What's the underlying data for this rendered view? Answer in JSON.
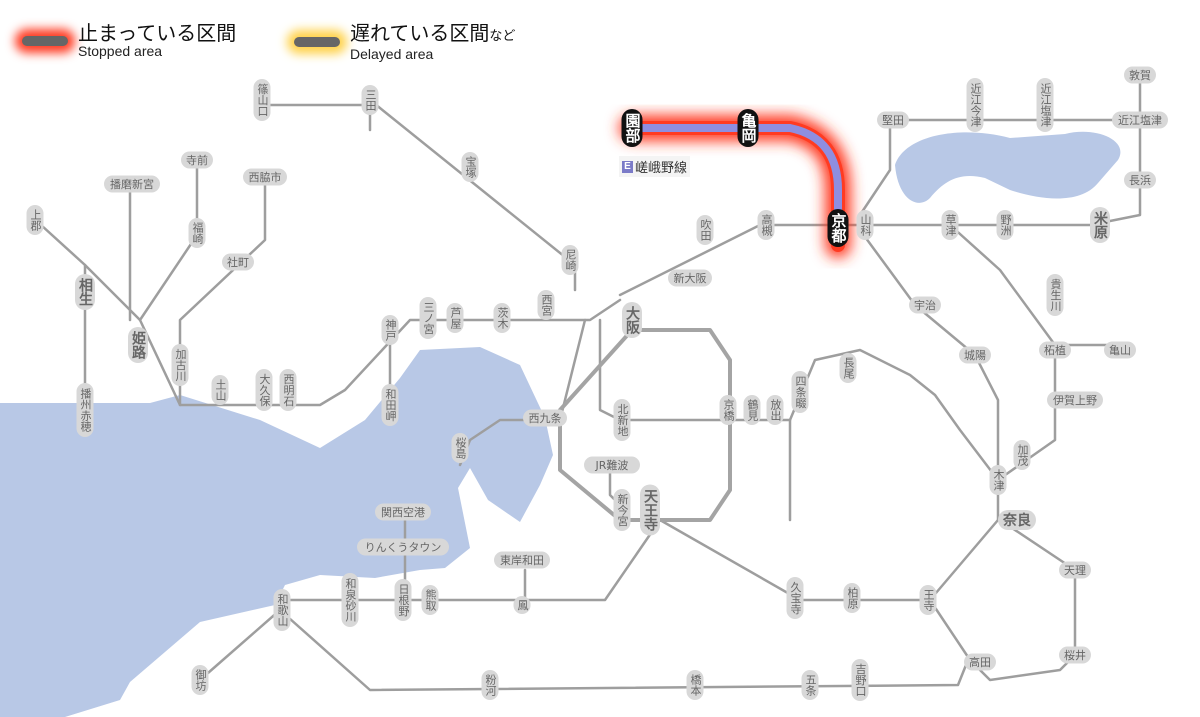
{
  "legend": {
    "stopped": {
      "title": "止まっている区間",
      "subtitle": "Stopped area"
    },
    "delayed": {
      "title": "遅れている区間",
      "suffix": "など",
      "subtitle": "Delayed area"
    }
  },
  "colors": {
    "line": "#9e9e9e",
    "loop_line": "#a4a4a4",
    "water": "#b8c8e6",
    "station_fill": "#d8d8d8",
    "station_text": "#666666",
    "stopped_glow": "#ff3b22",
    "affected_line": "#8e8ee0",
    "highlight_station": "#111111"
  },
  "line_badge": {
    "code": "E",
    "name": "嵯峨野線"
  },
  "stations": [
    {
      "id": "sasayamaguchi",
      "name": "篠山口",
      "vertical": true
    },
    {
      "id": "sanda",
      "name": "三田",
      "vertical": true
    },
    {
      "id": "takarazuka",
      "name": "宝塚",
      "vertical": true
    },
    {
      "id": "amagasaki",
      "name": "尼崎",
      "vertical": true
    },
    {
      "id": "sonobe",
      "name": "園部",
      "vertical": true,
      "status": "stopped"
    },
    {
      "id": "kameoka",
      "name": "亀岡",
      "vertical": true,
      "status": "stopped"
    },
    {
      "id": "kyoto",
      "name": "京都",
      "vertical": true,
      "status": "stopped"
    },
    {
      "id": "yamashina",
      "name": "山科",
      "vertical": true
    },
    {
      "id": "kusatsu",
      "name": "草津",
      "vertical": true
    },
    {
      "id": "yasu",
      "name": "野洲",
      "vertical": true
    },
    {
      "id": "maibara",
      "name": "米原",
      "vertical": true
    },
    {
      "id": "katata",
      "name": "堅田",
      "vertical": false
    },
    {
      "id": "omiimazu",
      "name": "近江今津",
      "vertical": true
    },
    {
      "id": "omishiotsu",
      "name": "近江塩津",
      "vertical": true
    },
    {
      "id": "omishiotsu2",
      "name": "近江塩津",
      "vertical": false
    },
    {
      "id": "tsuruga",
      "name": "敦賀",
      "vertical": false
    },
    {
      "id": "nagahama",
      "name": "長浜",
      "vertical": false
    },
    {
      "id": "suita",
      "name": "吹田",
      "vertical": true
    },
    {
      "id": "takatsuki",
      "name": "高槻",
      "vertical": true
    },
    {
      "id": "shinosaka",
      "name": "新大阪",
      "vertical": false
    },
    {
      "id": "osaka",
      "name": "大阪",
      "vertical": true
    },
    {
      "id": "kitashinchi",
      "name": "北新地",
      "vertical": true
    },
    {
      "id": "kyobashi",
      "name": "京橋",
      "vertical": true
    },
    {
      "id": "tsurumi",
      "name": "鶴見",
      "vertical": true
    },
    {
      "id": "hanaten",
      "name": "放出",
      "vertical": true
    },
    {
      "id": "shijonawate",
      "name": "四条畷",
      "vertical": true
    },
    {
      "id": "nagao",
      "name": "長尾",
      "vertical": true
    },
    {
      "id": "kizu",
      "name": "木津",
      "vertical": true
    },
    {
      "id": "kamo",
      "name": "加茂",
      "vertical": true
    },
    {
      "id": "uji",
      "name": "宇治",
      "vertical": false
    },
    {
      "id": "joyo",
      "name": "城陽",
      "vertical": false
    },
    {
      "id": "kibuneguchi",
      "name": "貴生川",
      "vertical": true
    },
    {
      "id": "tsuge",
      "name": "柘植",
      "vertical": false
    },
    {
      "id": "kameyama",
      "name": "亀山",
      "vertical": false
    },
    {
      "id": "igaueno",
      "name": "伊賀上野",
      "vertical": false
    },
    {
      "id": "nara",
      "name": "奈良",
      "vertical": false
    },
    {
      "id": "tenri",
      "name": "天理",
      "vertical": false
    },
    {
      "id": "sakurai",
      "name": "桜井",
      "vertical": false
    },
    {
      "id": "takada",
      "name": "高田",
      "vertical": false
    },
    {
      "id": "oji",
      "name": "王寺",
      "vertical": true
    },
    {
      "id": "kyuhoji",
      "name": "久宝寺",
      "vertical": true
    },
    {
      "id": "kashiwara",
      "name": "柏原",
      "vertical": true
    },
    {
      "id": "nishikujo",
      "name": "西九条",
      "vertical": false
    },
    {
      "id": "sakurajima",
      "name": "桜島",
      "vertical": true
    },
    {
      "id": "jrnamba",
      "name": "JR難波",
      "vertical": false
    },
    {
      "id": "shinimamiya",
      "name": "新今宮",
      "vertical": true
    },
    {
      "id": "tennoji",
      "name": "天王寺",
      "vertical": true
    },
    {
      "id": "kansaiairport",
      "name": "関西空港",
      "vertical": false
    },
    {
      "id": "rinku",
      "name": "りんくうタウン",
      "vertical": false
    },
    {
      "id": "higashikishiwada",
      "name": "東岸和田",
      "vertical": false
    },
    {
      "id": "otori",
      "name": "鳳",
      "vertical": true
    },
    {
      "id": "kumatori",
      "name": "熊取",
      "vertical": true
    },
    {
      "id": "hinenono",
      "name": "日根野",
      "vertical": true
    },
    {
      "id": "wakayama",
      "name": "和歌山",
      "vertical": true
    },
    {
      "id": "izumisuna",
      "name": "和泉砂川",
      "vertical": true
    },
    {
      "id": "gobo",
      "name": "御坊",
      "vertical": true
    },
    {
      "id": "hashimoto",
      "name": "橋本",
      "vertical": true
    },
    {
      "id": "gojo",
      "name": "五条",
      "vertical": true
    },
    {
      "id": "yoshinoguchi",
      "name": "吉野口",
      "vertical": true
    },
    {
      "id": "kokawa",
      "name": "粉河",
      "vertical": true
    },
    {
      "id": "sannomiya",
      "name": "三ノ宮",
      "vertical": true
    },
    {
      "id": "ashiya",
      "name": "芦屋",
      "vertical": true
    },
    {
      "id": "kobe",
      "name": "神戸",
      "vertical": true
    },
    {
      "id": "wadamisaki",
      "name": "和田岬",
      "vertical": true
    },
    {
      "id": "nishiakashi",
      "name": "西明石",
      "vertical": true
    },
    {
      "id": "okubo",
      "name": "大久保",
      "vertical": true
    },
    {
      "id": "tsuchiyama",
      "name": "土山",
      "vertical": true
    },
    {
      "id": "kakogawa",
      "name": "加古川",
      "vertical": true
    },
    {
      "id": "himeji",
      "name": "姫路",
      "vertical": true
    },
    {
      "id": "aioi",
      "name": "相生",
      "vertical": true
    },
    {
      "id": "kamigori",
      "name": "上郡",
      "vertical": true
    },
    {
      "id": "bantakojo",
      "name": "播州赤穂",
      "vertical": true
    },
    {
      "id": "harimashingu",
      "name": "播磨新宮",
      "vertical": false
    },
    {
      "id": "teramae",
      "name": "寺前",
      "vertical": false
    },
    {
      "id": "fukusaki",
      "name": "福崎",
      "vertical": true
    },
    {
      "id": "nishiwakishi",
      "name": "西脇市",
      "vertical": false
    },
    {
      "id": "yashiro",
      "name": "社町",
      "vertical": false
    },
    {
      "id": "ibaraki",
      "name": "茨木",
      "vertical": true
    },
    {
      "id": "nishinomiya",
      "name": "西宮",
      "vertical": true
    }
  ]
}
